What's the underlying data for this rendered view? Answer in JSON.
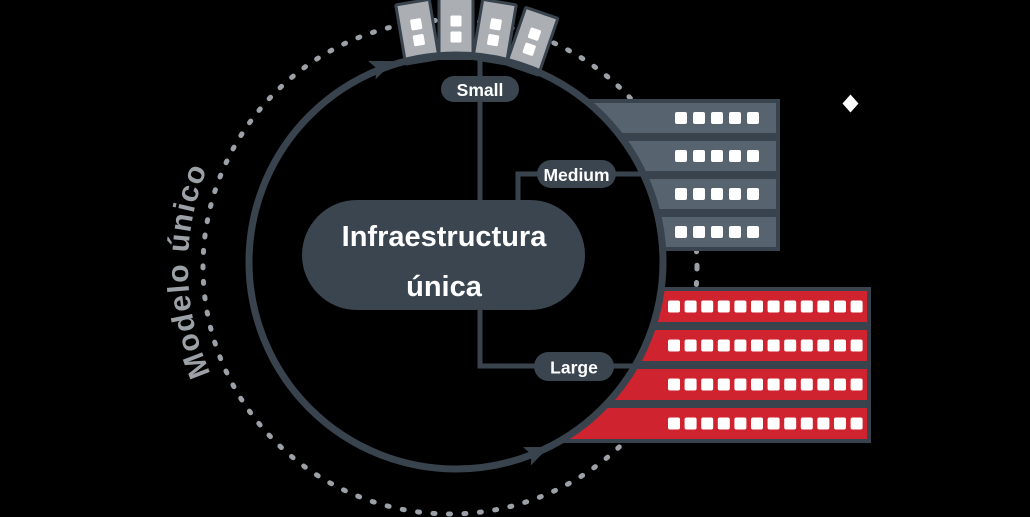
{
  "background": "#000000",
  "diagram": {
    "center": {
      "line1": "Infraestructura",
      "line2": "única"
    },
    "cycle_label": "Modelo único",
    "servers": {
      "small": {
        "label": "Small",
        "units": 4,
        "leds_per_unit": 2
      },
      "medium": {
        "label": "Medium",
        "rows": 4,
        "leds_per_row": 5
      },
      "large": {
        "label": "Large",
        "rows": 4,
        "leds_per_row": 12
      }
    },
    "colors": {
      "dark_slate": "#39434E",
      "pill_fill": "#3A4550",
      "gray": "#9CA1A7",
      "tower_gray": "#ABAFB3",
      "medium_fill": "#57636E",
      "large_red": "#CF232F",
      "white": "#FFFFFF"
    },
    "decor": {
      "sparkle": "diamond"
    }
  }
}
